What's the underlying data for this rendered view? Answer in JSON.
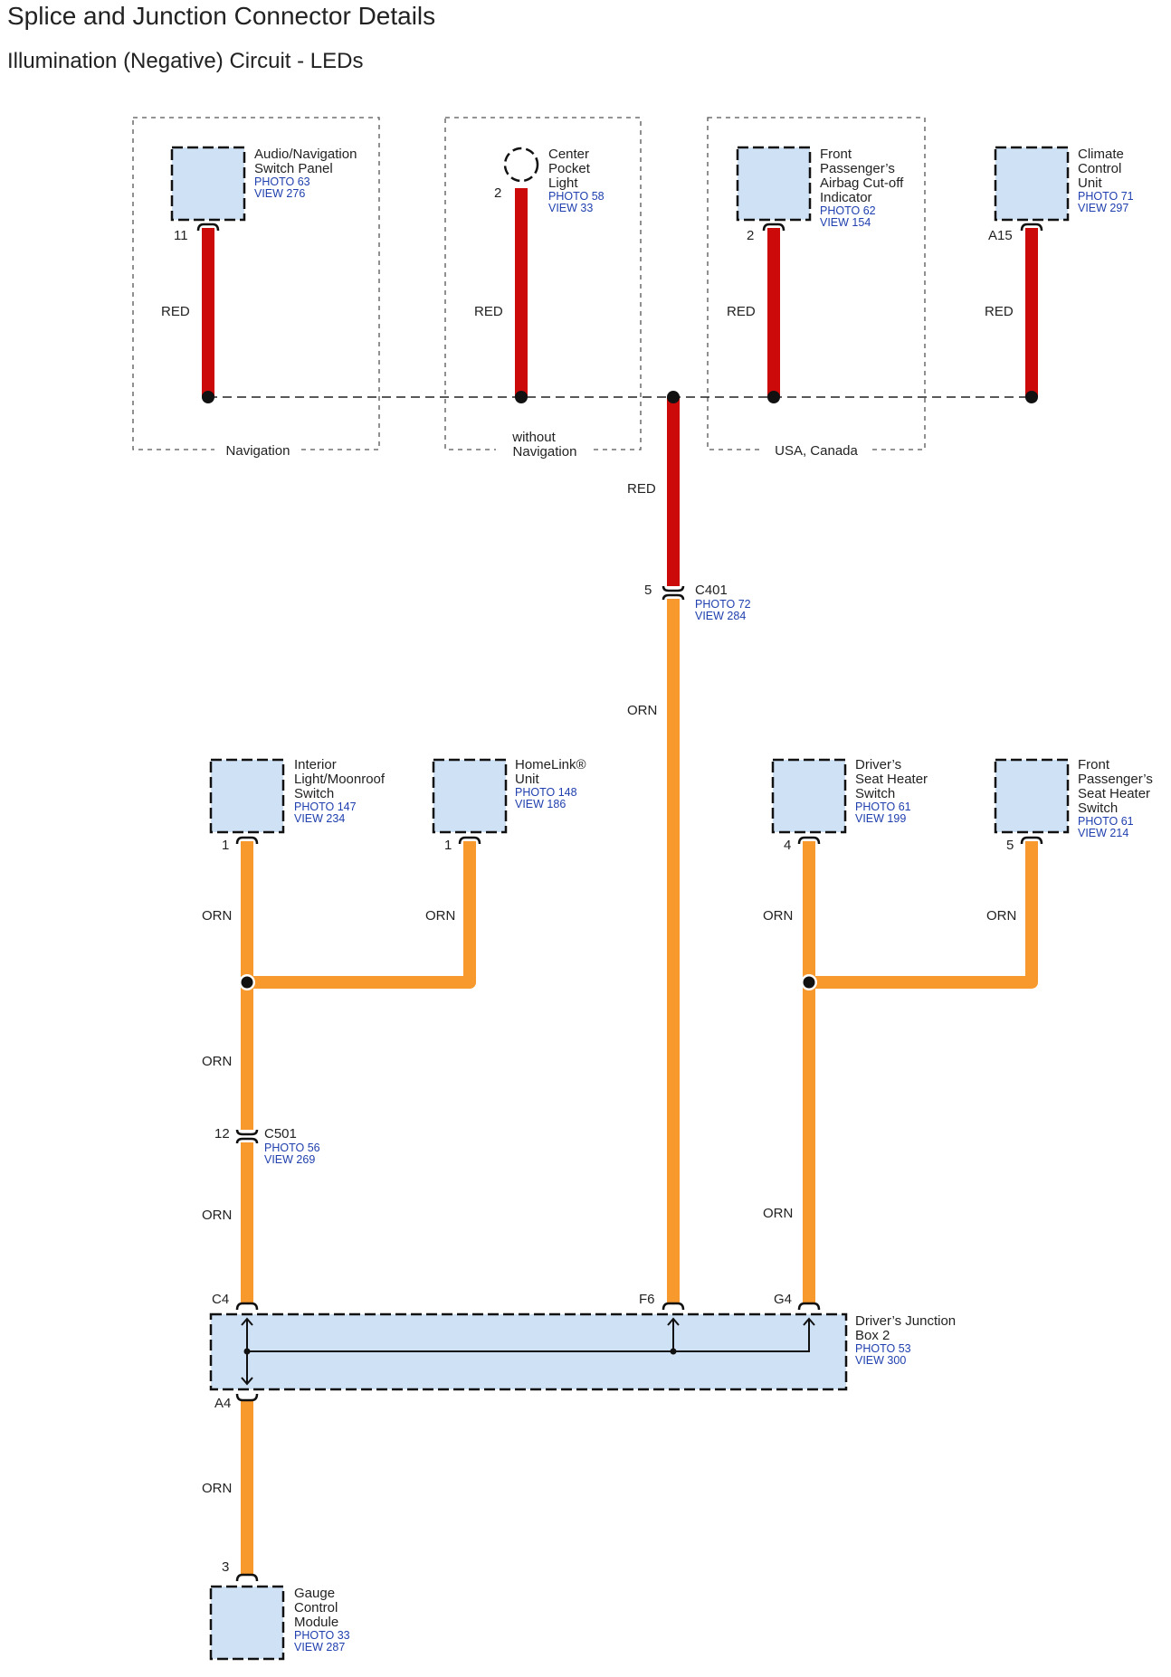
{
  "page": {
    "title": "Splice and Junction Connector Details",
    "subtitle": "Illumination (Negative) Circuit - LEDs"
  },
  "groups": {
    "navigation": "Navigation",
    "without_nav_1": "without",
    "without_nav_2": "Navigation",
    "usa_canada": "USA, Canada"
  },
  "components": {
    "audio_nav": {
      "name": [
        "Audio/Navigation",
        "Switch Panel"
      ],
      "photo": "PHOTO 63",
      "view": "VIEW 276",
      "pin": "11"
    },
    "center_pocket": {
      "name": [
        "Center",
        "Pocket",
        "Light"
      ],
      "photo": "PHOTO 58",
      "view": "VIEW 33",
      "pin": "2"
    },
    "airbag_ind": {
      "name": [
        "Front",
        "Passenger’s",
        "Airbag Cut-off",
        "Indicator"
      ],
      "photo": "PHOTO 62",
      "view": "VIEW 154",
      "pin": "2"
    },
    "climate": {
      "name": [
        "Climate",
        "Control",
        "Unit"
      ],
      "photo": "PHOTO 71",
      "view": "VIEW 297",
      "pin": "A15"
    },
    "interior_light": {
      "name": [
        "Interior",
        "Light/Moonroof",
        "Switch"
      ],
      "photo": "PHOTO 147",
      "view": "VIEW 234",
      "pin": "1"
    },
    "homelink": {
      "name": [
        "HomeLink®",
        "Unit"
      ],
      "photo": "PHOTO 148",
      "view": "VIEW 186",
      "pin": "1"
    },
    "driver_seat": {
      "name": [
        "Driver’s",
        "Seat Heater",
        "Switch"
      ],
      "photo": "PHOTO 61",
      "view": "VIEW 199",
      "pin": "4"
    },
    "pass_seat": {
      "name": [
        "Front",
        "Passenger’s",
        "Seat Heater",
        "Switch"
      ],
      "photo": "PHOTO 61",
      "view": "VIEW 214",
      "pin": "5"
    },
    "junction_box": {
      "name": [
        "Driver’s Junction",
        "Box 2"
      ],
      "photo": "PHOTO 53",
      "view": "VIEW 300",
      "pins": [
        "C4",
        "F6",
        "G4",
        "A4"
      ]
    },
    "gauge": {
      "name": [
        "Gauge",
        "Control",
        "Module"
      ],
      "photo": "PHOTO 33",
      "view": "VIEW 287",
      "pin": "3"
    }
  },
  "connectors": {
    "c401": {
      "id": "C401",
      "pin": "5",
      "photo": "PHOTO 72",
      "view": "VIEW 284"
    },
    "c501": {
      "id": "C501",
      "pin": "12",
      "photo": "PHOTO 56",
      "view": "VIEW 269"
    }
  },
  "wire_colors": {
    "red": "RED",
    "orn": "ORN"
  },
  "colors": {
    "red_wire": "#cc0a0a",
    "orange_wire": "#f7992d",
    "component_fill": "#cfe1f5",
    "reference_text": "#1f3fae"
  }
}
